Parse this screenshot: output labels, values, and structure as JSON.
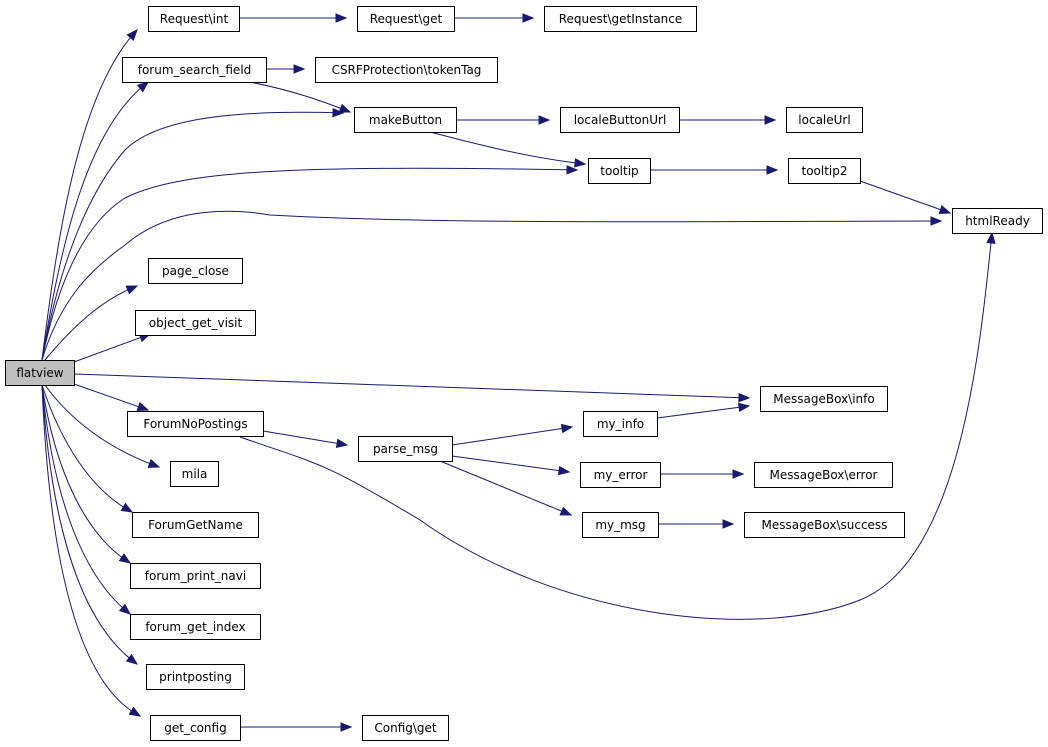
{
  "graph": {
    "root": "flatview",
    "nodes": [
      {
        "id": "flatview",
        "label": "flatview",
        "root": true
      },
      {
        "id": "request_int",
        "label": "Request\\int"
      },
      {
        "id": "request_get",
        "label": "Request\\get"
      },
      {
        "id": "request_getinstance",
        "label": "Request\\getInstance"
      },
      {
        "id": "forum_search_field",
        "label": "forum_search_field"
      },
      {
        "id": "csrf_tokentag",
        "label": "CSRFProtection\\tokenTag"
      },
      {
        "id": "makebutton",
        "label": "makeButton"
      },
      {
        "id": "localebuttonurl",
        "label": "localeButtonUrl"
      },
      {
        "id": "localeurl",
        "label": "localeUrl"
      },
      {
        "id": "tooltip",
        "label": "tooltip"
      },
      {
        "id": "tooltip2",
        "label": "tooltip2"
      },
      {
        "id": "htmlready",
        "label": "htmlReady"
      },
      {
        "id": "page_close",
        "label": "page_close"
      },
      {
        "id": "object_get_visit",
        "label": "object_get_visit"
      },
      {
        "id": "messagebox_info",
        "label": "MessageBox\\info"
      },
      {
        "id": "forumnopostings",
        "label": "ForumNoPostings"
      },
      {
        "id": "parse_msg",
        "label": "parse_msg"
      },
      {
        "id": "my_info",
        "label": "my_info"
      },
      {
        "id": "my_error",
        "label": "my_error"
      },
      {
        "id": "messagebox_error",
        "label": "MessageBox\\error"
      },
      {
        "id": "my_msg",
        "label": "my_msg"
      },
      {
        "id": "messagebox_success",
        "label": "MessageBox\\success"
      },
      {
        "id": "mila",
        "label": "mila"
      },
      {
        "id": "forumgetname",
        "label": "ForumGetName"
      },
      {
        "id": "forum_print_navi",
        "label": "forum_print_navi"
      },
      {
        "id": "forum_get_index",
        "label": "forum_get_index"
      },
      {
        "id": "printposting",
        "label": "printposting"
      },
      {
        "id": "get_config",
        "label": "get_config"
      },
      {
        "id": "config_get",
        "label": "Config\\get"
      }
    ],
    "edges": [
      {
        "from": "flatview",
        "to": "request_int"
      },
      {
        "from": "request_int",
        "to": "request_get"
      },
      {
        "from": "request_get",
        "to": "request_getinstance"
      },
      {
        "from": "flatview",
        "to": "forum_search_field"
      },
      {
        "from": "forum_search_field",
        "to": "csrf_tokentag"
      },
      {
        "from": "forum_search_field",
        "to": "makebutton"
      },
      {
        "from": "flatview",
        "to": "makebutton"
      },
      {
        "from": "makebutton",
        "to": "localebuttonurl"
      },
      {
        "from": "localebuttonurl",
        "to": "localeurl"
      },
      {
        "from": "makebutton",
        "to": "tooltip"
      },
      {
        "from": "flatview",
        "to": "tooltip"
      },
      {
        "from": "tooltip",
        "to": "tooltip2"
      },
      {
        "from": "tooltip2",
        "to": "htmlready"
      },
      {
        "from": "flatview",
        "to": "htmlready"
      },
      {
        "from": "flatview",
        "to": "page_close"
      },
      {
        "from": "flatview",
        "to": "object_get_visit"
      },
      {
        "from": "flatview",
        "to": "messagebox_info"
      },
      {
        "from": "flatview",
        "to": "forumnopostings"
      },
      {
        "from": "forumnopostings",
        "to": "parse_msg"
      },
      {
        "from": "forumnopostings",
        "to": "htmlready"
      },
      {
        "from": "parse_msg",
        "to": "my_info"
      },
      {
        "from": "my_info",
        "to": "messagebox_info"
      },
      {
        "from": "parse_msg",
        "to": "my_error"
      },
      {
        "from": "my_error",
        "to": "messagebox_error"
      },
      {
        "from": "parse_msg",
        "to": "my_msg"
      },
      {
        "from": "my_msg",
        "to": "messagebox_success"
      },
      {
        "from": "flatview",
        "to": "mila"
      },
      {
        "from": "flatview",
        "to": "forumgetname"
      },
      {
        "from": "flatview",
        "to": "forum_print_navi"
      },
      {
        "from": "flatview",
        "to": "forum_get_index"
      },
      {
        "from": "flatview",
        "to": "printposting"
      },
      {
        "from": "flatview",
        "to": "get_config"
      },
      {
        "from": "get_config",
        "to": "config_get"
      }
    ]
  }
}
